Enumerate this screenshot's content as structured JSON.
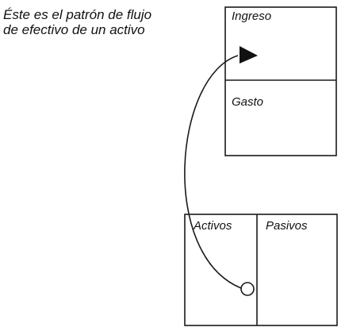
{
  "caption": {
    "line1": "Éste es el patrón de flujo",
    "line2": "de efectivo de un activo"
  },
  "income_statement": {
    "income_label": "Ingreso",
    "expense_label": "Gasto"
  },
  "balance_sheet": {
    "assets_label": "Activos",
    "liabilities_label": "Pasivos"
  },
  "colors": {
    "line": "#1a1a1a",
    "background": "#ffffff"
  }
}
